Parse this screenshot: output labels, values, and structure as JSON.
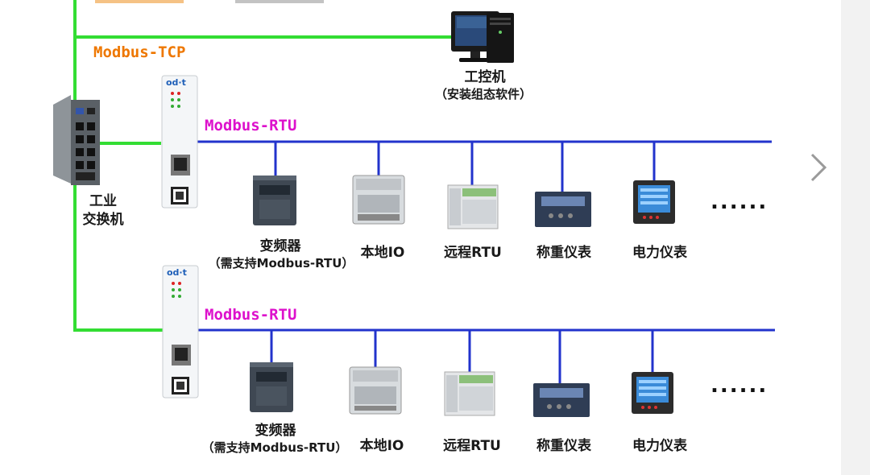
{
  "diagram": {
    "protocols": {
      "tcp": "Modbus-TCP",
      "rtu_top": "Modbus-RTU",
      "rtu_bottom": "Modbus-RTU"
    },
    "pc": {
      "name": "工控机",
      "note": "（安装组态软件）"
    },
    "switch": {
      "line1": "工业",
      "line2": "交换机"
    },
    "gateway": {
      "brand": "od·t"
    },
    "row_top": {
      "devices": [
        {
          "name": "变频器",
          "note": "（需支持Modbus-RTU）"
        },
        {
          "name": "本地IO"
        },
        {
          "name": "远程RTU"
        },
        {
          "name": "称重仪表"
        },
        {
          "name": "电力仪表"
        }
      ],
      "more": "......"
    },
    "row_bottom": {
      "devices": [
        {
          "name": "变频器",
          "note": "（需支持Modbus-RTU）"
        },
        {
          "name": "本地IO"
        },
        {
          "name": "远程RTU"
        },
        {
          "name": "称重仪表"
        },
        {
          "name": "电力仪表"
        }
      ],
      "more": "......"
    },
    "colors": {
      "ethernet": "#33dd33",
      "rs485": "#2233cc",
      "tcp_label": "#ee7700",
      "rtu_label": "#dd11cc"
    },
    "icons": [
      "desktop-pc-icon",
      "industrial-switch-icon",
      "gateway-icon",
      "inverter-icon",
      "io-module-icon",
      "remote-rtu-icon",
      "weighing-meter-icon",
      "power-meter-icon",
      "chevron-right-icon"
    ]
  }
}
